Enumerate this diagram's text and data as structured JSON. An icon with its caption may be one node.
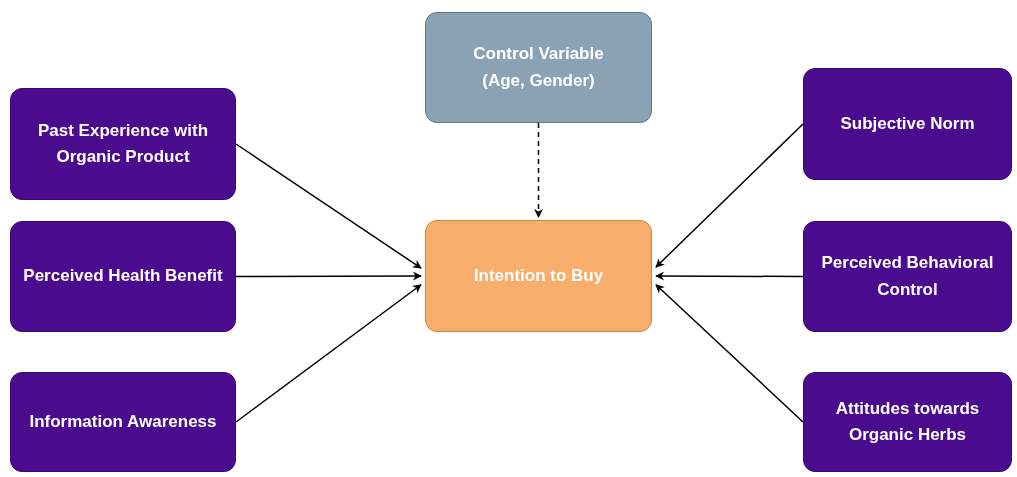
{
  "diagram": {
    "nodes": [
      {
        "text": [
          "Control Variable (Age, Gender)"
        ]
      },
      {
        "text": [
          "Past Experience with Organic Product"
        ]
      },
      {
        "text": [
          "Subjective Norm"
        ]
      },
      {
        "text": [
          "Perceived Health Benefit"
        ]
      },
      {
        "text": [
          "Intention to Buy"
        ]
      },
      {
        "text": [
          "Perceived Behavioral Control"
        ]
      },
      {
        "text": [
          "Information Awareness"
        ]
      },
      {
        "text": [
          "Attitudes towards Organic Herbs"
        ]
      }
    ],
    "edges": [
      {
        "from": 0,
        "to": 4,
        "arrow": "to",
        "style": "dashed"
      },
      {
        "from": 1,
        "to": 4,
        "arrow": "to"
      },
      {
        "from": 3,
        "to": 4,
        "arrow": "to"
      },
      {
        "from": 6,
        "to": 4,
        "arrow": "to"
      },
      {
        "from": 2,
        "to": 4,
        "arrow": "to"
      },
      {
        "from": 5,
        "to": 4,
        "arrow": "to"
      },
      {
        "from": 7,
        "to": 4,
        "arrow": "to"
      }
    ]
  }
}
